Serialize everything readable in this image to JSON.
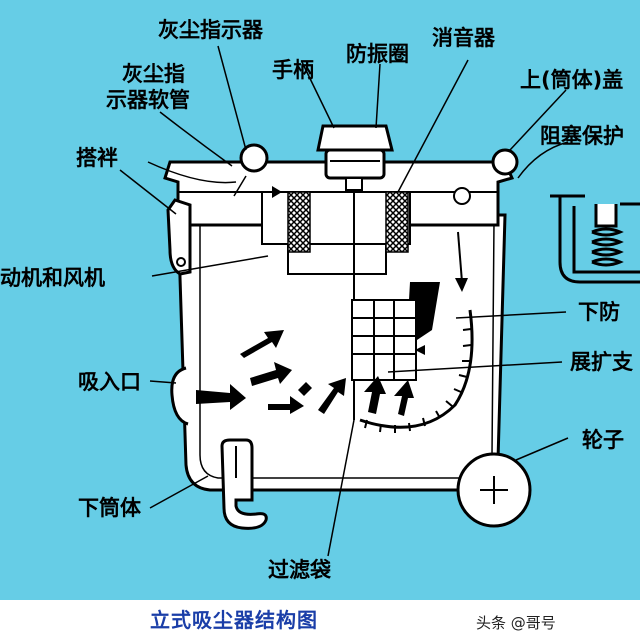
{
  "labels": {
    "dust_indicator": "灰尘指示器",
    "indicator_hose_1": "灰尘指",
    "indicator_hose_2": "示器软管",
    "handle": "手柄",
    "vibration_ring": "防振圈",
    "muffler": "消音器",
    "upper_cover": "上(筒体)盖",
    "latch": "搭袢",
    "block_protector": "阻塞保护",
    "motor_fan": "动机和风机",
    "lower_anti": "下防",
    "inlet": "吸入口",
    "expand_support": "展扩支",
    "wheel": "轮子",
    "lower_body": "下筒体",
    "filter_bag": "过滤袋"
  },
  "caption": "立式吸尘器结构图",
  "watermark": "头条 @哥号",
  "colors": {
    "background": "#66cde6",
    "panel_fill": "#ffffff",
    "outline": "#000000",
    "caption": "#1a3ea8"
  }
}
